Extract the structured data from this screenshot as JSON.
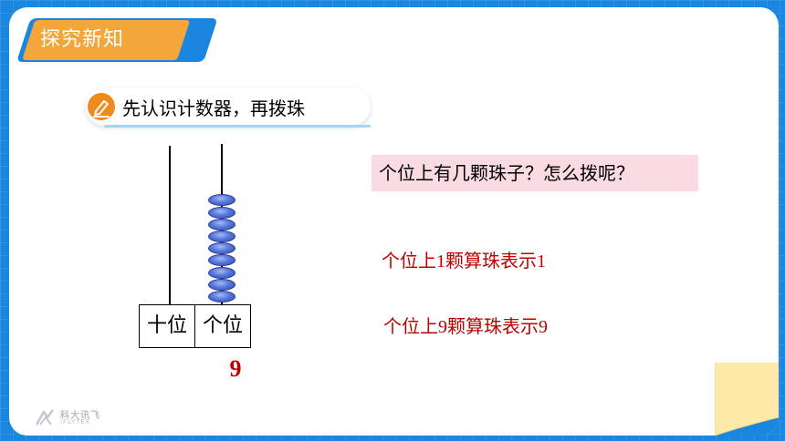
{
  "header": {
    "title": "探究新知"
  },
  "step": {
    "icon": "pencil-icon",
    "text": "先认识计数器，再拨珠"
  },
  "abacus": {
    "places": [
      "十位",
      "个位"
    ],
    "bead_counts": [
      0,
      9
    ],
    "number": "9",
    "bead_color": "#5677dc"
  },
  "question": {
    "text": "个位上有几颗珠子？怎么拨呢？"
  },
  "answers": [
    "个位上1颗算珠表示1",
    "个位上9颗算珠表示9"
  ],
  "logo": {
    "name": "科大讯飞",
    "sub": "iFLYTEK"
  },
  "colors": {
    "background": "#1a86e0",
    "title_accent": "#f4a63a",
    "answer_text": "#c00000",
    "question_bg": "#fadbe4"
  }
}
